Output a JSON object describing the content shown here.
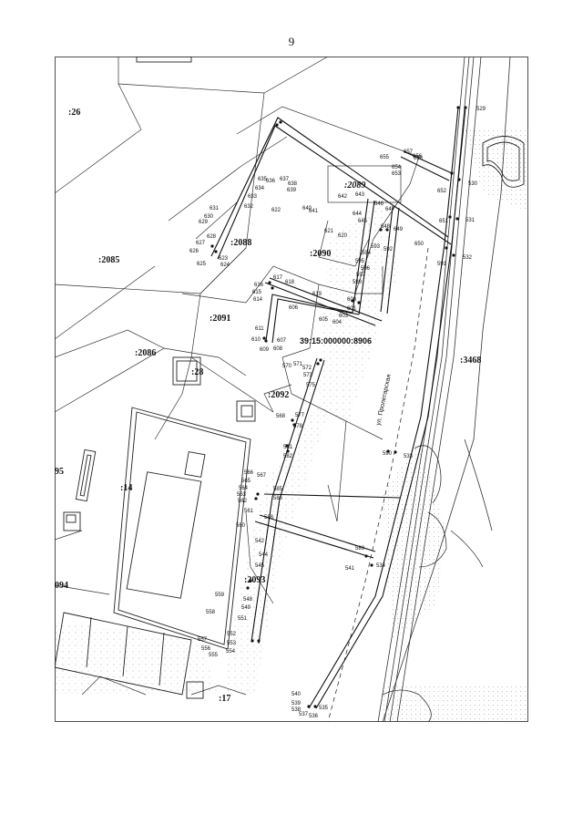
{
  "page": {
    "number": "9"
  },
  "map": {
    "cadastral_number": "39:15:000000:8906",
    "street": "ул. Пролетарская",
    "parcels": [
      ":26",
      ":2085",
      ":2086",
      ":2088",
      ":2089",
      ":2090",
      ":2091",
      ":2092",
      ":2093",
      ":3468",
      ":28",
      ":14",
      ":17",
      "95",
      "094"
    ],
    "points": [
      "529",
      "530",
      "531",
      "532",
      "533",
      "534",
      "535",
      "536",
      "537",
      "538",
      "539",
      "540",
      "541",
      "542",
      "544",
      "545",
      "548",
      "549",
      "551",
      "552",
      "553",
      "554",
      "555",
      "556",
      "557",
      "558",
      "559",
      "560",
      "561",
      "562",
      "563",
      "564",
      "565",
      "566",
      "567",
      "568",
      "570",
      "571",
      "572",
      "573",
      "575",
      "577",
      "578",
      "581",
      "582",
      "585",
      "586",
      "588",
      "589",
      "590",
      "591",
      "592",
      "593",
      "594",
      "595",
      "596",
      "597",
      "598",
      "600",
      "601",
      "603",
      "604",
      "605",
      "606",
      "607",
      "608",
      "609",
      "610",
      "611",
      "614",
      "615",
      "616",
      "617",
      "618",
      "619",
      "620",
      "621",
      "622",
      "623",
      "624",
      "625",
      "626",
      "627",
      "628",
      "629",
      "630",
      "631",
      "632",
      "633",
      "634",
      "635",
      "636",
      "637",
      "638",
      "639",
      "640",
      "641",
      "642",
      "643",
      "644",
      "645",
      "646",
      "647",
      "648",
      "649",
      "650",
      "651",
      "652",
      "653",
      "654",
      "655",
      "656",
      "657",
      "658"
    ]
  }
}
